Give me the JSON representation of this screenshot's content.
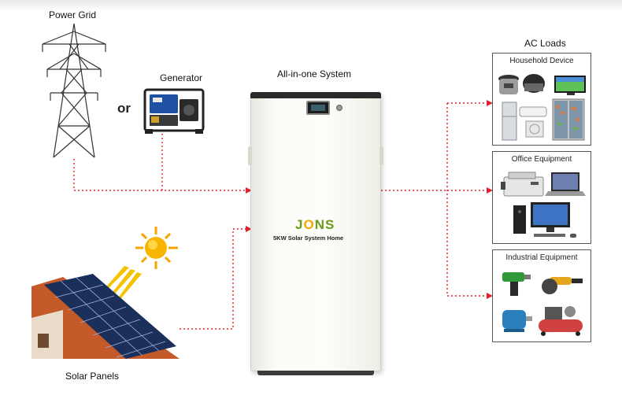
{
  "labels": {
    "power_grid": "Power Grid",
    "generator": "Generator",
    "or": "or",
    "system": "All-in-one System",
    "solar_panels": "Solar Panels",
    "ac_loads": "AC Loads"
  },
  "unit": {
    "logo_left": "J",
    "logo_mid": "O",
    "logo_right": "NS",
    "product_name": "5KW Solar System Home"
  },
  "panels": [
    {
      "title": "Household Device",
      "devices": [
        "pressure-cooker-icon",
        "rice-cooker-icon",
        "tv-icon",
        "refrigerator-icon",
        "air-conditioner-icon",
        "double-door-fridge-icon"
      ]
    },
    {
      "title": "Office Equipment",
      "devices": [
        "printer-icon",
        "laptop-icon",
        "desktop-tower-icon",
        "monitor-icon"
      ]
    },
    {
      "title": "Industrial Equipment",
      "devices": [
        "drill-icon",
        "angle-grinder-icon",
        "motor-icon",
        "air-compressor-icon"
      ]
    }
  ],
  "colors": {
    "wire": "#e0232b",
    "logo_green": "#6a9a1a",
    "logo_orange": "#f2a900"
  }
}
